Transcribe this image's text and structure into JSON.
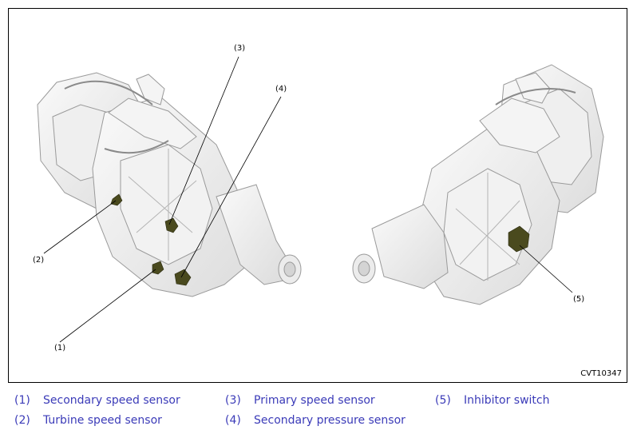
{
  "figure": {
    "code": "CVT10347",
    "callouts": [
      "(1)",
      "(2)",
      "(3)",
      "(4)",
      "(5)"
    ]
  },
  "legend": [
    {
      "num": "(1)",
      "label": "Secondary speed sensor"
    },
    {
      "num": "(2)",
      "label": "Turbine speed sensor"
    },
    {
      "num": "(3)",
      "label": "Primary speed sensor"
    },
    {
      "num": "(4)",
      "label": "Secondary pressure sensor"
    },
    {
      "num": "(5)",
      "label": "Inhibitor switch"
    }
  ],
  "colors": {
    "legend_text": "#3b3bb8",
    "component_highlight": "#4a4a1e",
    "housing_line": "#9a9a9a"
  }
}
